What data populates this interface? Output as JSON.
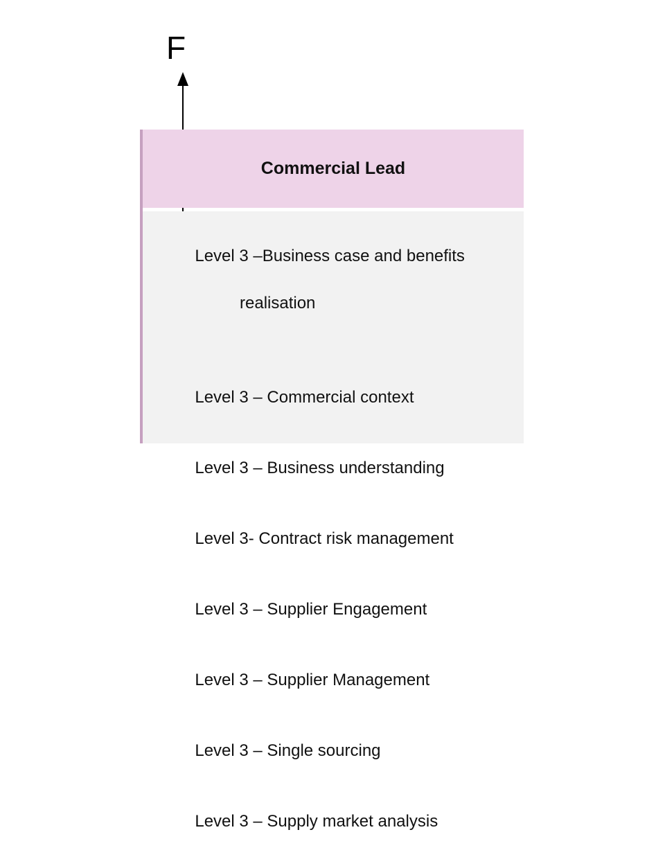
{
  "diagram": {
    "arrow": {
      "label": "F",
      "icon": "up-arrow-icon"
    },
    "card": {
      "title": "Commercial Lead",
      "header_color": "#eed3e8",
      "accent_color": "#c6a0c0",
      "body_color": "#f2f2f2",
      "skills": [
        {
          "text": "Level 3 –Business case and benefits",
          "continuation": "realisation"
        },
        {
          "text": "Level 3 – Commercial context",
          "continuation": ""
        },
        {
          "text": "Level 3 – Business understanding",
          "continuation": ""
        },
        {
          "text": "Level 3- Contract risk management",
          "continuation": ""
        },
        {
          "text": "Level 3 – Supplier Engagement",
          "continuation": ""
        },
        {
          "text": "Level 3 – Supplier Management",
          "continuation": ""
        },
        {
          "text": "Level 3 – Single sourcing",
          "continuation": ""
        },
        {
          "text": "Level 3 – Supply market analysis",
          "continuation": ""
        }
      ]
    }
  }
}
